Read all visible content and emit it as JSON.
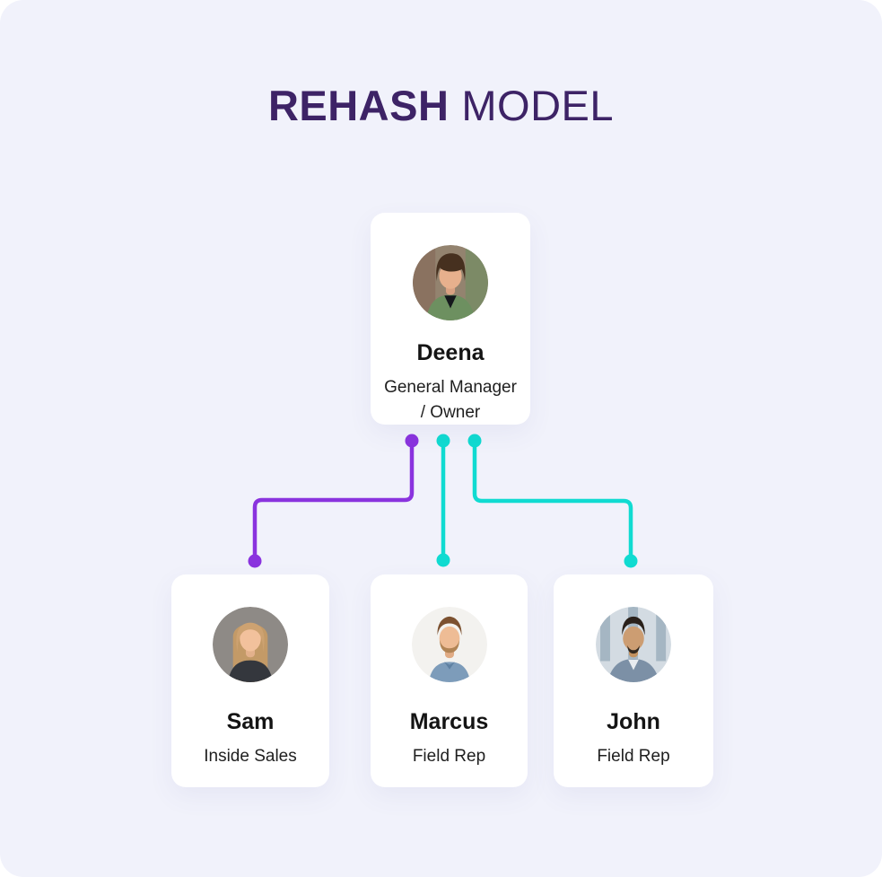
{
  "title": {
    "primary": "REHASH",
    "secondary": "MODEL"
  },
  "colors": {
    "background": "#f1f2fb",
    "card": "#ffffff",
    "title_text": "#3d2366",
    "connector_purple": "#8a33de",
    "connector_teal": "#10dbd1",
    "name_text": "#141414",
    "role_text": "#1f1f1f"
  },
  "people": [
    {
      "name": "Deena",
      "role": "General Manager / Owner",
      "role_lines": [
        "General Manager",
        "/ Owner"
      ],
      "avatar": "woman-short-dark-hair-green-jacket"
    },
    {
      "name": "Sam",
      "role": "Inside Sales",
      "avatar": "woman-long-blonde-hair-dark-top"
    },
    {
      "name": "Marcus",
      "role": "Field Rep",
      "avatar": "man-short-hair-beard-denim-shirt"
    },
    {
      "name": "John",
      "role": "Field Rep",
      "avatar": "man-dark-hair-goatee-suit"
    }
  ],
  "connections": [
    {
      "from": "Deena",
      "to": "Sam",
      "color": "#8a33de",
      "style": "elbow-left"
    },
    {
      "from": "Deena",
      "to": "Marcus",
      "color": "#10dbd1",
      "style": "straight"
    },
    {
      "from": "Deena",
      "to": "John",
      "color": "#10dbd1",
      "style": "elbow-right"
    }
  ]
}
